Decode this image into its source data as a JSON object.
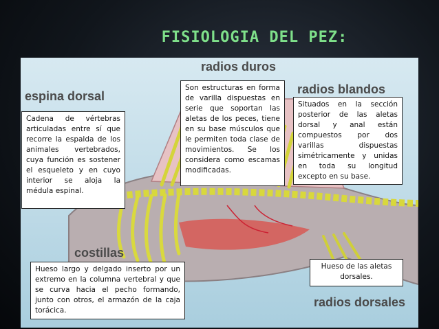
{
  "title": "FISIOLOGIA DEL PEZ:",
  "labels": {
    "radios_duros": "radios duros",
    "espina_dorsal": "espina dorsal",
    "radios_blandos": "radios blandos",
    "costillas": "costillas",
    "radios_dorsales": "radios dorsales"
  },
  "boxes": {
    "espina": "Cadena de vértebras articuladas entre sí que recorre la espalda de los animales vertebrados, cuya función es sostener el esqueleto y en cuyo interior se aloja la médula espinal.",
    "duros": "Son estructuras en forma de varilla dispuestas en serie que soportan las aletas de los peces, tiene en su base músculos que le permiten toda clase de movimientos. Se los considera como escamas modificadas.",
    "blandos": "Situados en la sección posterior de las aletas dorsal y anal están compuestos por dos varillas dispuestas simétricamente y unidas en toda su longitud excepto en su base.",
    "costillas": "Hueso largo y delgado inserto por un extremo en la columna vertebral y que se curva hacia el pecho formando, junto con otros, el armazón de la caja torácica.",
    "dorsales": "Hueso de las aletas dorsales."
  }
}
